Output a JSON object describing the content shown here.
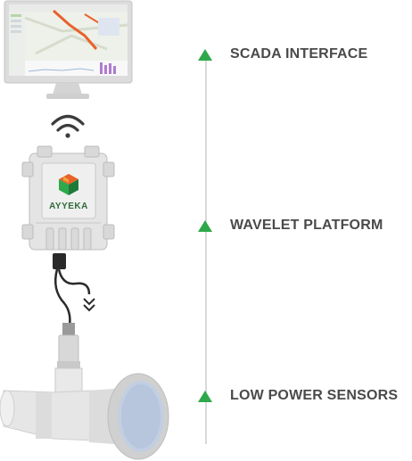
{
  "tiers": [
    {
      "label": "SCADA INTERFACE"
    },
    {
      "label": "WAVELET PLATFORM"
    },
    {
      "label": "LOW POWER SENSORS"
    }
  ],
  "device": {
    "brand_text": "AYYEKA"
  },
  "colors": {
    "accent_green": "#2ea84a",
    "timeline": "#d9d9d9",
    "label_text": "#4a4a4a",
    "monitor_frame": "#dcdcdc",
    "screen_route": "#e8622a"
  },
  "icons": [
    "monitor-icon",
    "wifi-icon",
    "ayyeka-logo-icon",
    "sensor-pipe-icon"
  ]
}
